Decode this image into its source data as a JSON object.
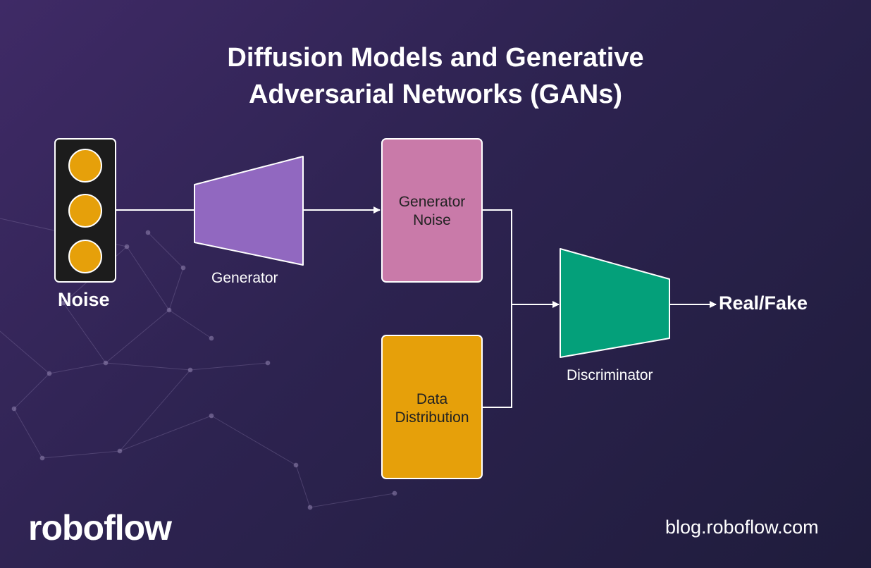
{
  "title": {
    "line1": "Diffusion Models and Generative",
    "line2": "Adversarial Networks (GANs)"
  },
  "nodes": {
    "noise": "Noise",
    "generator": "Generator",
    "generator_noise": {
      "line1": "Generator",
      "line2": "Noise"
    },
    "data_distribution": {
      "line1": "Data",
      "line2": "Distribution"
    },
    "discriminator": "Discriminator",
    "output": "Real/Fake"
  },
  "footer": {
    "logo": "roboflow",
    "url": "blog.roboflow.com"
  },
  "colors": {
    "noise_box": "#1c1c1c",
    "noise_circles": "#e6a00a",
    "generator": "#9168c0",
    "generator_noise_box": "#c97aa9",
    "data_distribution_box": "#e6a00a",
    "discriminator": "#04a07a",
    "lines": "#ffffff"
  },
  "icons": [
    "network-pattern-background"
  ]
}
